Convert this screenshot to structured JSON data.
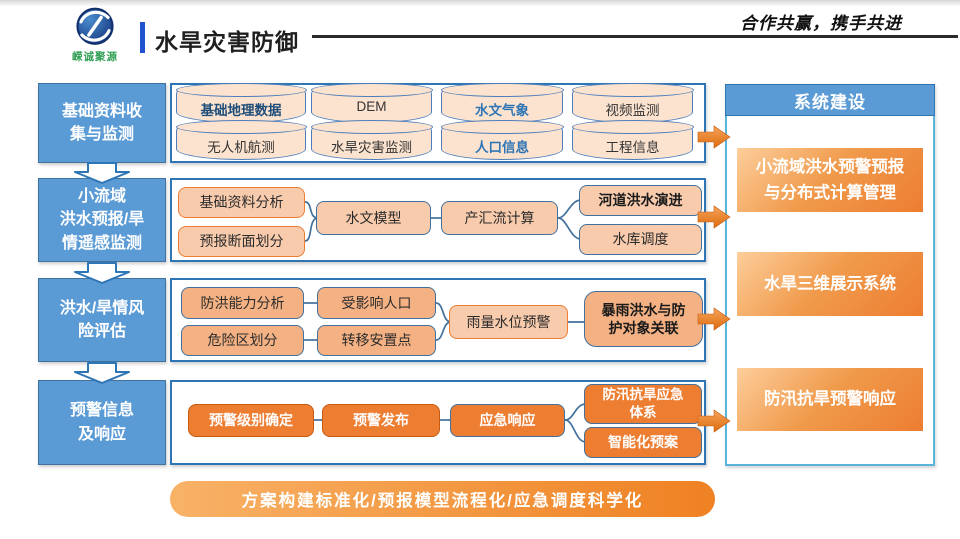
{
  "header": {
    "logo_name": "嵘诚聚源",
    "title": "水旱灾害防御",
    "slogan": "合作共赢，携手共进"
  },
  "stages": [
    {
      "label": "基础资料收\n集与监测",
      "items": [
        "基础地理数据",
        "DEM",
        "水文气象",
        "视频监测",
        "无人机航测",
        "水旱灾害监测",
        "人口信息",
        "工程信息"
      ]
    },
    {
      "label": "小流域\n洪水预报/旱\n情遥感监测",
      "items": [
        "基础资料分析",
        "预报断面划分",
        "水文模型",
        "产汇流计算",
        "河道洪水演进",
        "水库调度"
      ]
    },
    {
      "label": "洪水/旱情风\n险评估",
      "items": [
        "防洪能力分析",
        "危险区划分",
        "受影响人口",
        "转移安置点",
        "雨量水位预警",
        "暴雨洪水与防\n护对象关联"
      ]
    },
    {
      "label": "预警信息\n及响应",
      "items": [
        "预警级别确定",
        "预警发布",
        "应急响应",
        "防汛抗旱应急\n体系",
        "智能化预案"
      ]
    }
  ],
  "right_panel": {
    "title": "系统建设",
    "items": [
      "小流域洪水预警预报\n与分布式计算管理",
      "水旱三维展示系统",
      "防汛抗旱预警响应"
    ]
  },
  "banner": "方案构建标准化/预报模型流程化/应急调度科学化",
  "colors": {
    "category_blue": "#5B9BD5",
    "deep_blue": "#2E75B6",
    "orange": "#ED7D31",
    "cylinder_peach": "#FCE3CF",
    "soft_orange": "#F8CBAD",
    "mid_orange": "#F4B183",
    "panel_border": "#5BB4D9",
    "logo_green": "#2F9E52",
    "title_accent": "#1F53D0"
  }
}
